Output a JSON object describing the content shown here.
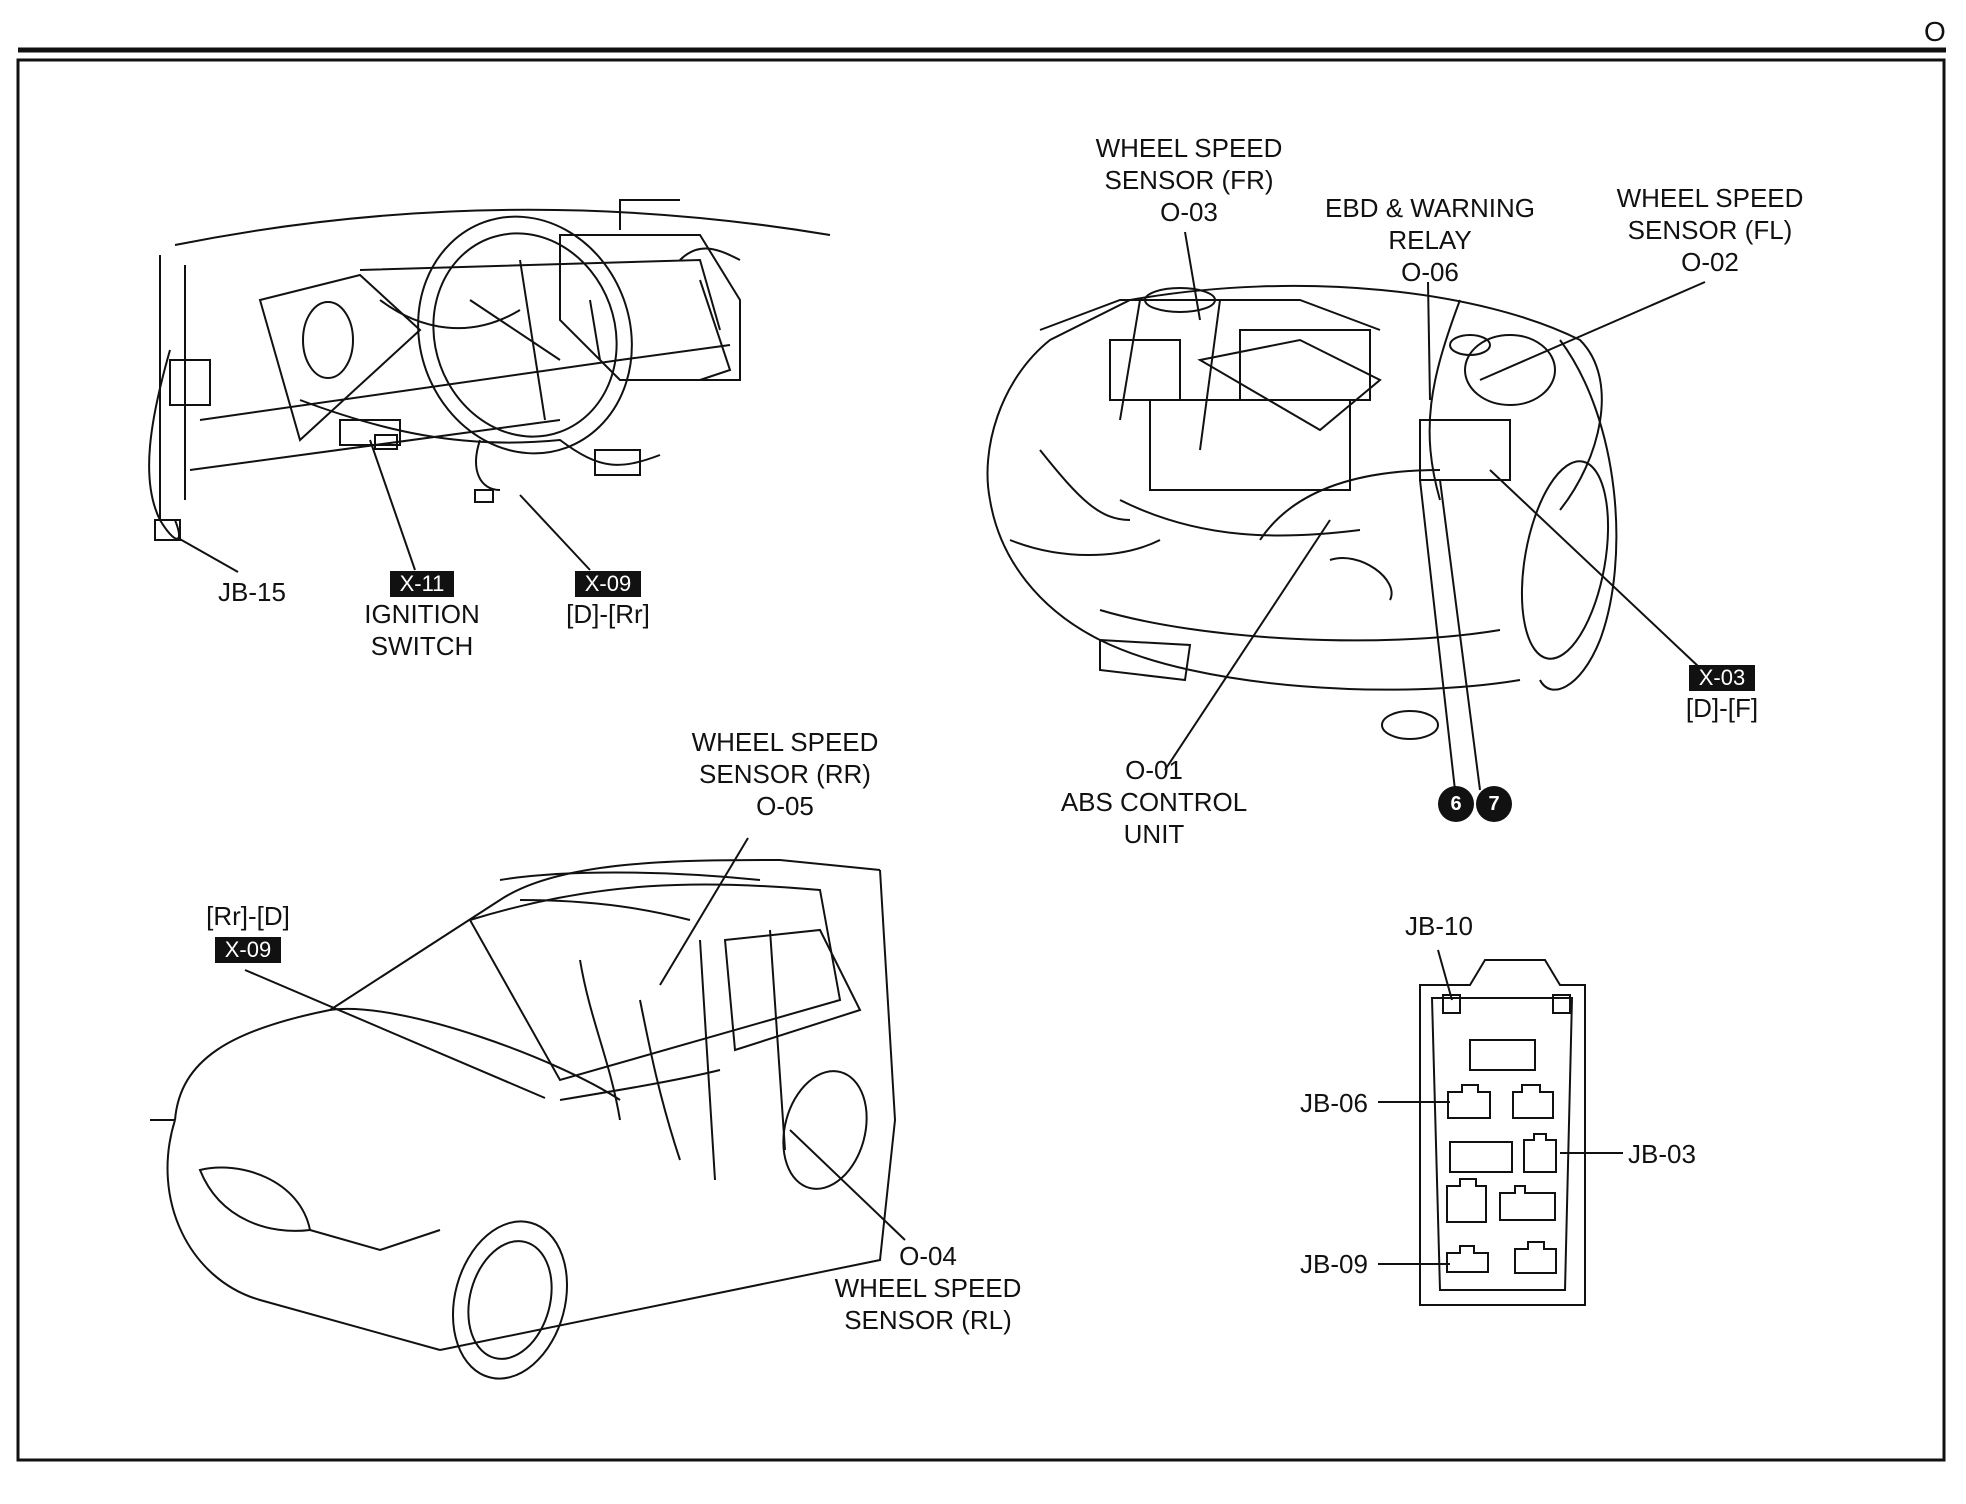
{
  "page_marker": "O",
  "labels": {
    "jb15": "JB-15",
    "x11_tag": "X-11",
    "ignition": [
      "IGNITION",
      "SWITCH"
    ],
    "x09_tag_dash": "X-09",
    "x09_dash_pos": "[D]-[Rr]",
    "wss_fr": [
      "WHEEL SPEED",
      "SENSOR (FR)",
      "O-03"
    ],
    "ebd_relay": [
      "EBD & WARNING",
      "RELAY",
      "O-06"
    ],
    "wss_fl": [
      "WHEEL SPEED",
      "SENSOR (FL)",
      "O-02"
    ],
    "x03_tag": "X-03",
    "x03_pos": "[D]-[F]",
    "abs_unit": [
      "O-01",
      "ABS CONTROL",
      "UNIT"
    ],
    "circle_6": "6",
    "circle_7": "7",
    "wss_rr": [
      "WHEEL SPEED",
      "SENSOR (RR)",
      "O-05"
    ],
    "x09_body_pos": "[Rr]-[D]",
    "x09_tag_body": "X-09",
    "wss_rl": [
      "O-04",
      "WHEEL SPEED",
      "SENSOR (RL)"
    ],
    "jb10": "JB-10",
    "jb06": "JB-06",
    "jb03": "JB-03",
    "jb09": "JB-09"
  }
}
